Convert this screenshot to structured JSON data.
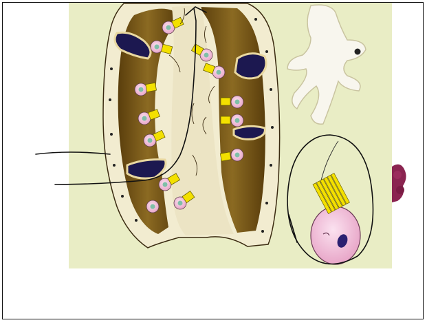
{
  "slide": {
    "background": "#ffffff",
    "border_color": "#111111"
  },
  "figure": {
    "panel_background": "#e9edc5",
    "colors": {
      "wall_cream": "#f2ecd0",
      "wall_outline": "#3a2a10",
      "chamber_brown": "#7a5a18",
      "chamber_dark": "#5a3e0c",
      "central_canal": "#ece4c4",
      "choanocyte_pink": "#e8b8d8",
      "nucleus_teal": "#7fbfa8",
      "collar_yellow": "#f3e000",
      "dark_blue_cell": "#1c1850",
      "purple_blob": "#8a2450",
      "amoebocyte_white": "#f8f6ee"
    },
    "icons": [
      "sponge-cross-section",
      "amoebocyte",
      "choanocyte-cell",
      "handwritten-annotations"
    ]
  }
}
